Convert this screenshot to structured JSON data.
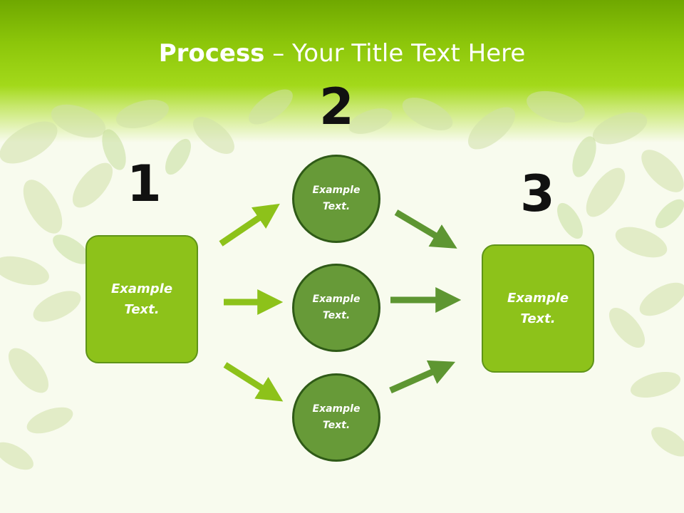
{
  "title": {
    "bold": "Process",
    "rest": " – Your Title Text Here"
  },
  "steps": {
    "n1": "1",
    "n2": "2",
    "n3": "3"
  },
  "left_box": {
    "text": "Example\nText."
  },
  "right_box": {
    "text": "Example\nText."
  },
  "circles": [
    {
      "text": "Example\nText."
    },
    {
      "text": "Example\nText."
    },
    {
      "text": "Example\nText."
    }
  ],
  "colors": {
    "header_green": "#8cc60a",
    "box_fill": "#8dc21a",
    "circle_fill": "#679a38",
    "arrow_light": "#8dc21a",
    "arrow_dark": "#5e9632"
  }
}
